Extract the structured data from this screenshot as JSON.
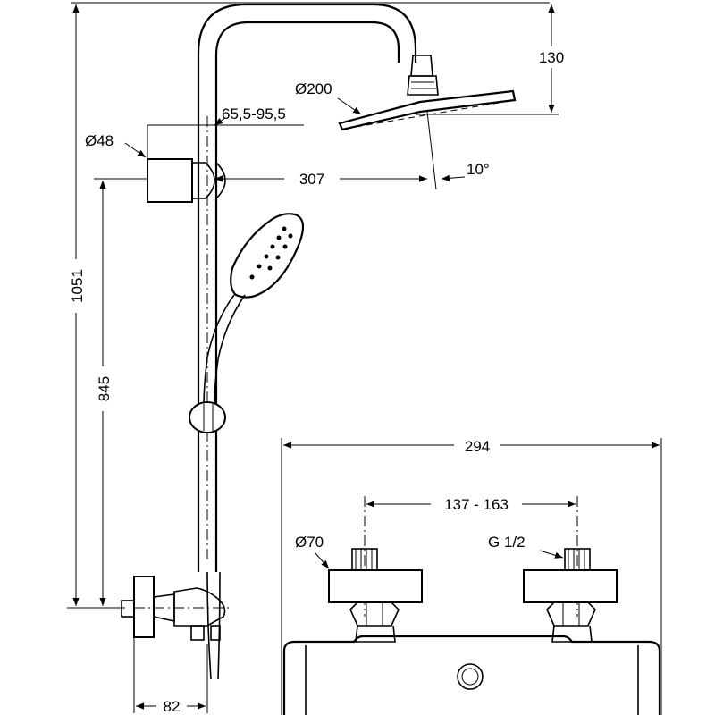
{
  "dimensions": {
    "total_height": "1051",
    "head_drop": "130",
    "head_diameter": "Ø200",
    "arm_offset_range": "65,5-95,5",
    "bracket_diameter": "Ø48",
    "arm_reach": "307",
    "head_tilt": "10°",
    "bracket_height": "845",
    "wall_offset": "82",
    "mixer_width": "294",
    "inlet_spacing": "137 - 163",
    "escutcheon_diameter": "Ø70",
    "inlet_thread": "G 1/2"
  }
}
